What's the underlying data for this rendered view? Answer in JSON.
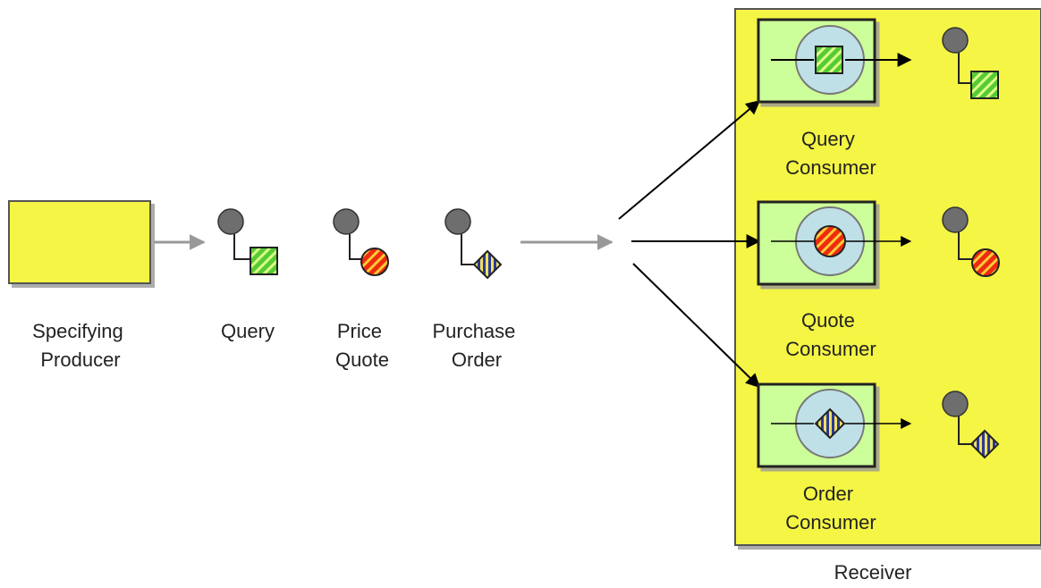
{
  "producer": {
    "label_line1": "Specifying",
    "label_line2": "Producer"
  },
  "messages": [
    {
      "label_line1": "Query",
      "label_line2": "",
      "shape": "square"
    },
    {
      "label_line1": "Price",
      "label_line2": "Quote",
      "shape": "circle"
    },
    {
      "label_line1": "Purchase",
      "label_line2": "Order",
      "shape": "diamond"
    }
  ],
  "receiver": {
    "label": "Receiver",
    "consumers": [
      {
        "label_line1": "Query",
        "label_line2": "Consumer",
        "shape": "square"
      },
      {
        "label_line1": "Quote",
        "label_line2": "Consumer",
        "shape": "circle"
      },
      {
        "label_line1": "Order",
        "label_line2": "Consumer",
        "shape": "diamond"
      }
    ]
  },
  "colors": {
    "yellow": "#f5f545",
    "consumer_fill": "#ccff99",
    "wheel_fill": "#bfe0e6",
    "square_fill": "#44bb22",
    "circle_fill": "#ee3311",
    "diamond_fill": "#3344aa",
    "grey_ball": "#6e6e6e",
    "gray_arrow": "#999999"
  }
}
